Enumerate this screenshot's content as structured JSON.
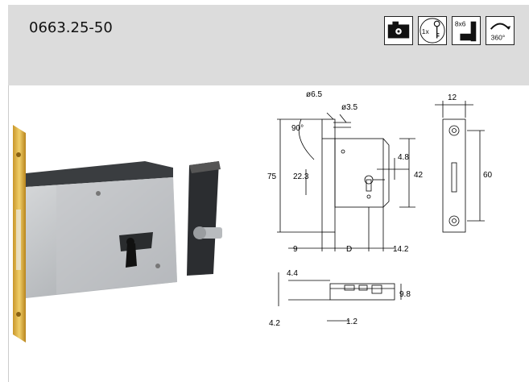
{
  "product": {
    "code": "0663.25-50"
  },
  "icons": [
    {
      "name": "lock-body-icon"
    },
    {
      "name": "one-key-icon",
      "label": "1x"
    },
    {
      "name": "bolt-size-icon",
      "label": "8x6"
    },
    {
      "name": "rotation-360-icon",
      "label": "360°"
    }
  ],
  "drawing": {
    "dim_diameter_65": "ø6.5",
    "dim_diameter_35": "ø3.5",
    "dim_angle": "90°",
    "dim_height": "75",
    "dim_223": "22.3",
    "dim_48": "4.8",
    "dim_42": "42",
    "dim_12": "12",
    "dim_60": "60",
    "dim_9": "9",
    "dim_D": "D",
    "dim_142": "14.2",
    "dim_44": "4.4",
    "dim_98": "9.8",
    "dim_42b": "4.2",
    "dim_12b": "1.2"
  }
}
